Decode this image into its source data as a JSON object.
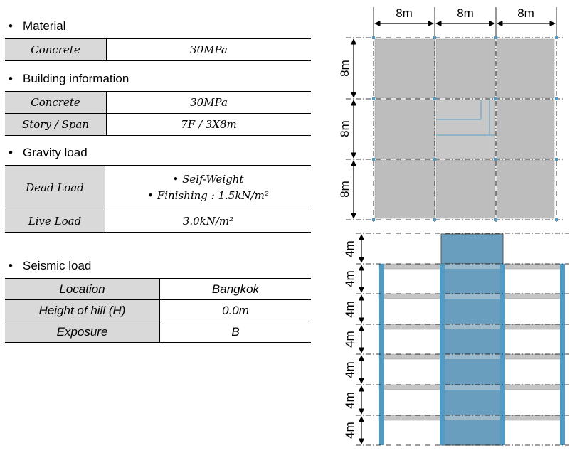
{
  "material": {
    "heading": "Material",
    "rows": [
      {
        "label": "Concrete",
        "value": "30MPa"
      }
    ]
  },
  "building": {
    "heading": "Building information",
    "rows": [
      {
        "label": "Concrete",
        "value": "30MPa"
      },
      {
        "label": "Story / Span",
        "value": "7F / 3X8m"
      }
    ]
  },
  "gravity": {
    "heading": "Gravity load",
    "dead_label": "Dead Load",
    "dead_items": [
      "Self-Weight",
      "Finishing : 1.5kN/m²"
    ],
    "live_label": "Live Load",
    "live_value": "3.0kN/m²"
  },
  "seismic": {
    "heading": "Seismic load",
    "rows": [
      {
        "label": "Location",
        "value": "Bangkok"
      },
      {
        "label": "Height of hill (H)",
        "value": "0.0m"
      },
      {
        "label": "Exposure",
        "value": "B"
      }
    ]
  },
  "plan": {
    "top_dims": [
      "8m",
      "8m",
      "8m"
    ],
    "side_dims": [
      "8m",
      "8m",
      "8m"
    ]
  },
  "elevation": {
    "story_dims": [
      "4m",
      "4m",
      "4m",
      "4m",
      "4m",
      "4m",
      "4m"
    ]
  },
  "colors": {
    "header_fill": "#d9d9d9",
    "slab_fill": "#bdbdbd",
    "core_fill": "#6a9ebf",
    "column_fill": "#4f9bc4"
  }
}
